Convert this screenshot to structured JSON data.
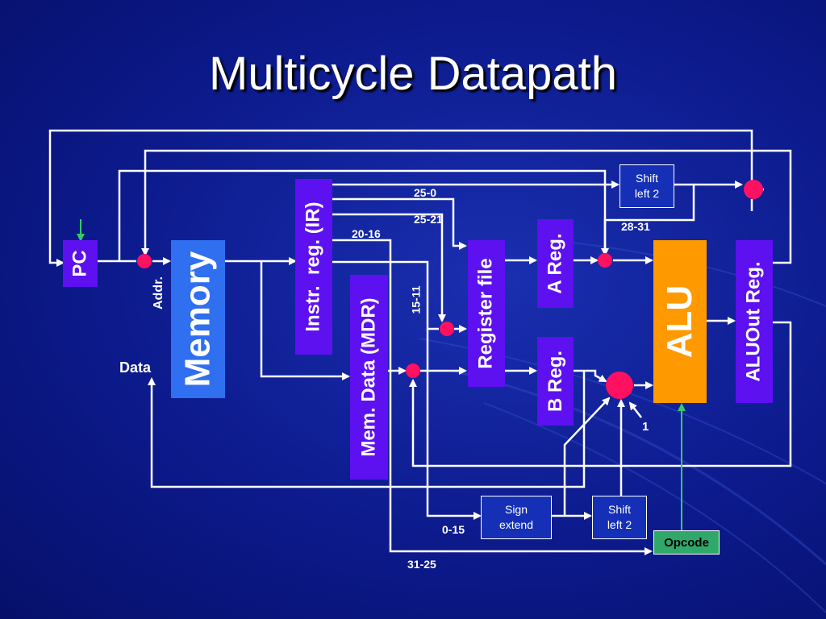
{
  "slide": {
    "title": "Multicycle Datapath"
  },
  "blocks": {
    "pc": "PC",
    "memory": "Memory",
    "ir": "Instr.  reg. (IR)",
    "mdr": "Mem. Data (MDR)",
    "register_file": "Register file",
    "a_reg": "A Reg.",
    "b_reg": "B Reg.",
    "alu": "ALU",
    "aluout": "ALUOut Reg.",
    "shift_left_top": [
      "Shift",
      "left 2"
    ],
    "sign_extend": [
      "Sign",
      "extend"
    ],
    "shift_left_bottom": [
      "Shift",
      "left 2"
    ],
    "opcode": "Opcode"
  },
  "labels": {
    "addr": "Addr.",
    "data": "Data",
    "bits_25_0": "25-0",
    "bits_25_21": "25-21",
    "bits_20_16": "20-16",
    "bits_15_11": "15-11",
    "bits_28_31": "28-31",
    "bits_0_15": "0-15",
    "bits_31_25": "31-25",
    "const_one": "1"
  },
  "colors": {
    "background": "#0c1a8c",
    "register_fill": "#5d10f0",
    "memory_fill": "#2f6ff0",
    "alu_fill": "#ff9900",
    "opcode_fill": "#2fa86a",
    "mux_fill": "#ff1060",
    "wire": "#ffffff",
    "control_wire": "#33cc66"
  }
}
